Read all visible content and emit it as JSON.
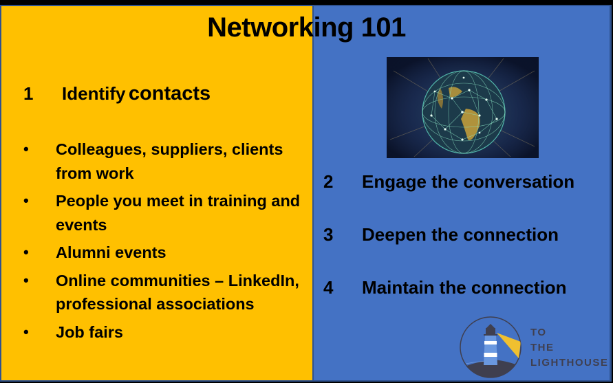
{
  "slide": {
    "title": "Networking 101",
    "colors": {
      "left_panel": "#ffc000",
      "right_panel": "#4472c4",
      "border": "#2f528f",
      "background": "#000000"
    },
    "left": {
      "step": {
        "number": "1",
        "word1": "Identify",
        "word2": "contacts"
      },
      "bullets": [
        {
          "marker": "•",
          "text": "Colleagues, suppliers, clients from work"
        },
        {
          "marker": "•",
          "text": "People you meet in training and events"
        },
        {
          "marker": "•",
          "text": "Alumni events"
        },
        {
          "marker": "•",
          "text": "Online communities – LinkedIn, professional associations"
        },
        {
          "marker": "•",
          "text": "Job fairs"
        }
      ]
    },
    "right": {
      "image": {
        "icon": "globe-network-image"
      },
      "steps": [
        {
          "number": "2",
          "label": "Engage the conversation"
        },
        {
          "number": "3",
          "label": "Deepen the connection"
        },
        {
          "number": "4",
          "label": "Maintain the connection"
        }
      ],
      "logo": {
        "icon": "lighthouse-icon",
        "line1": "TO",
        "line2": "THE",
        "line3": "LIGHTHOUSE"
      }
    }
  }
}
